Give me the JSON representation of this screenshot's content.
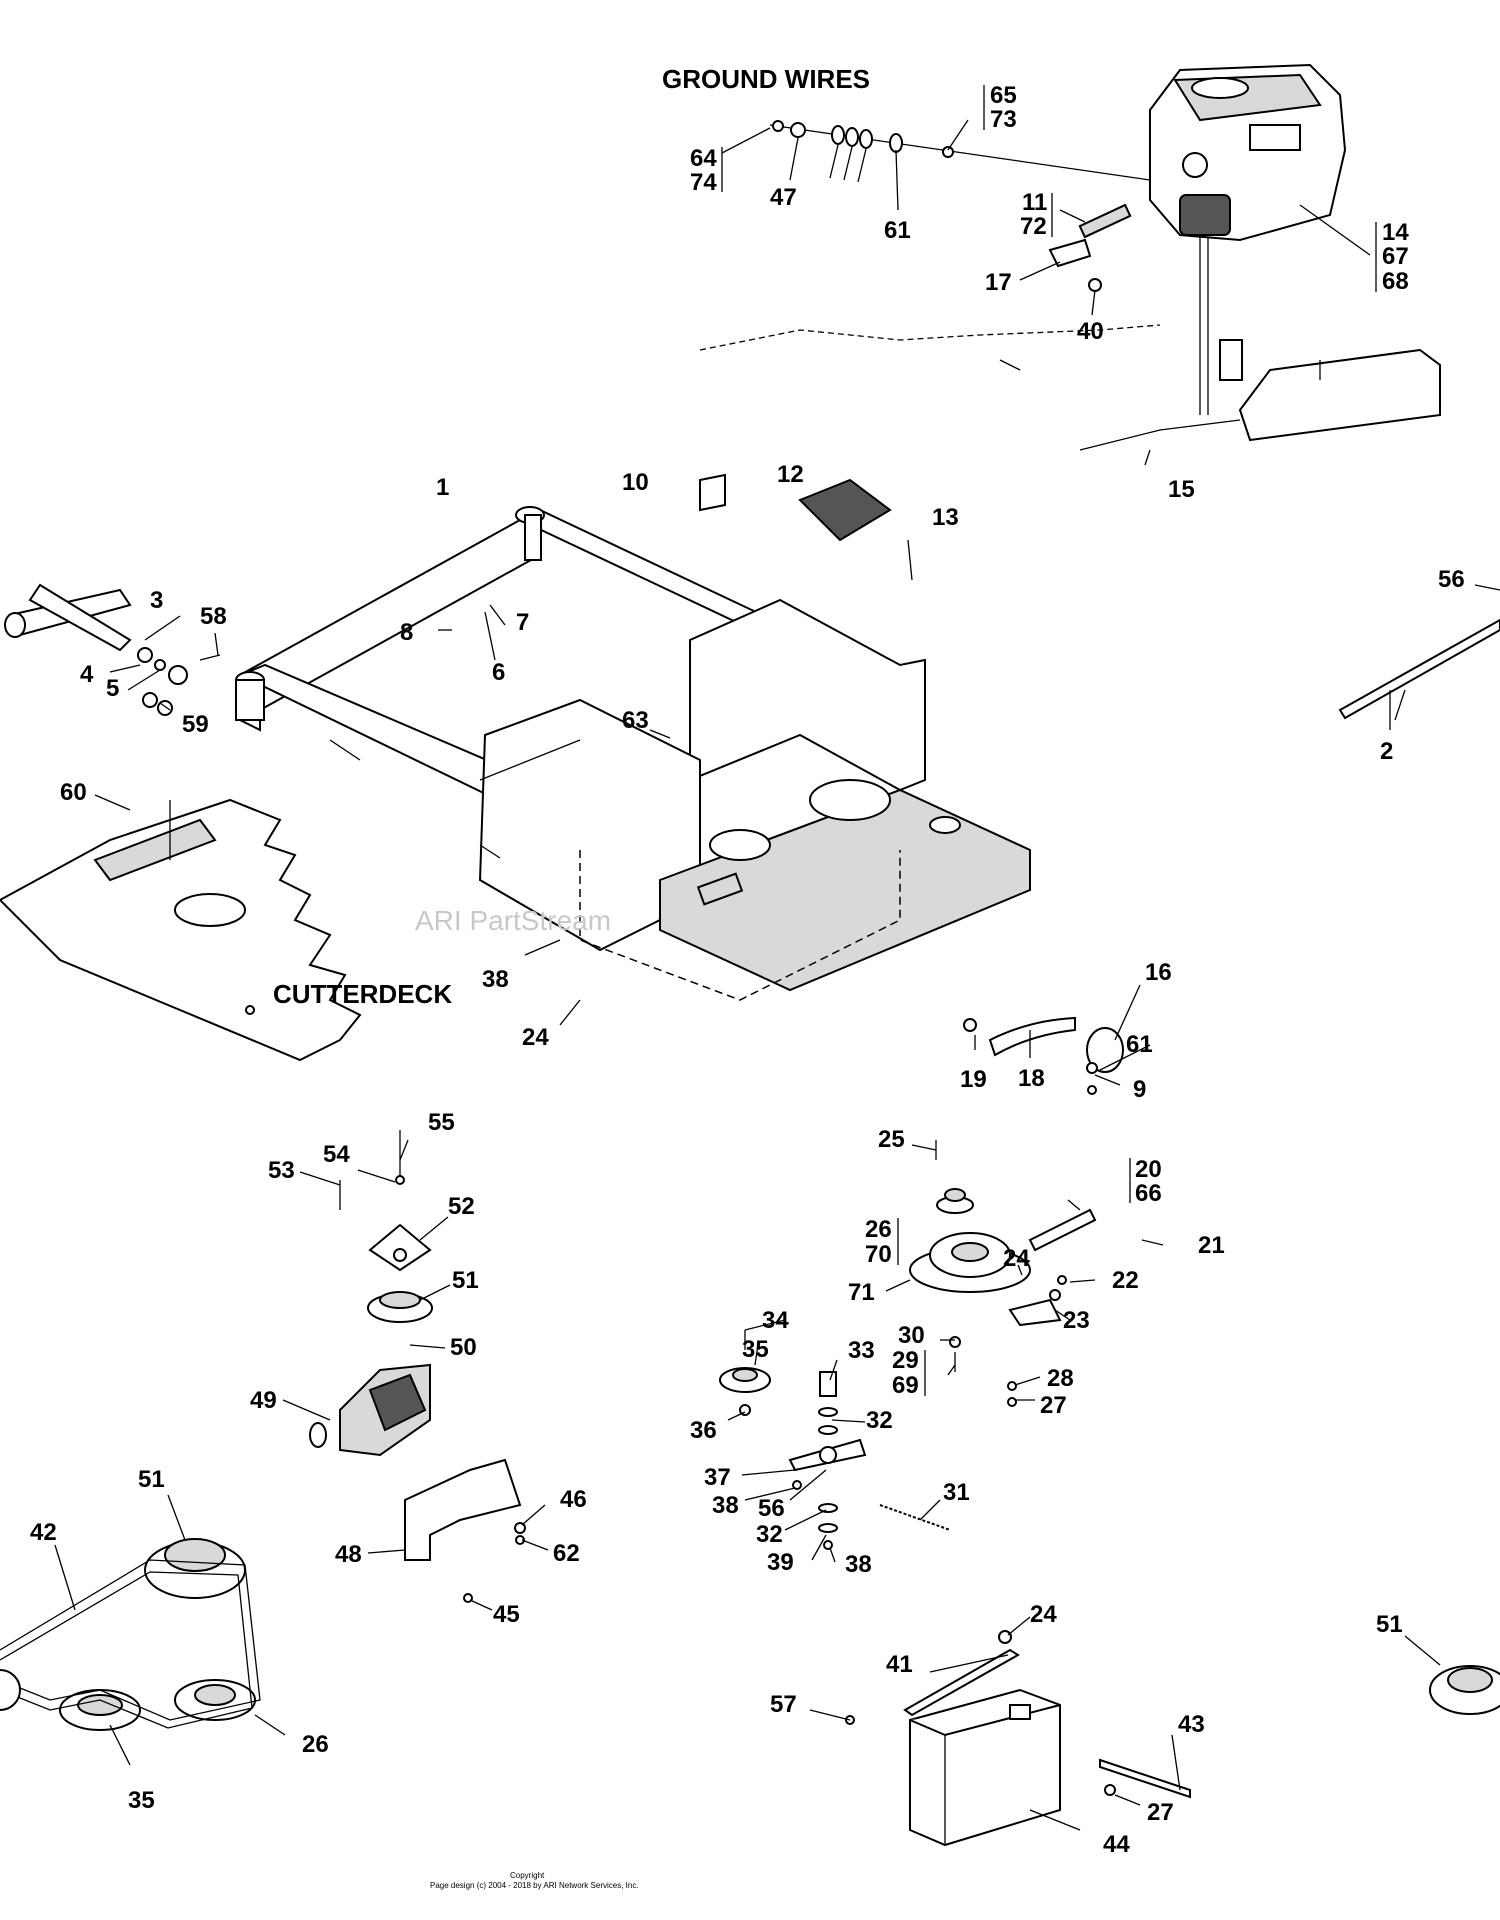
{
  "diagram": {
    "section_labels": {
      "ground_wires": "GROUND WIRES",
      "cutterdeck": "CUTTERDECK"
    },
    "watermark": "ARI PartStream",
    "copyright": [
      "Copyright",
      "Page design (c) 2004 - 2018 by ARI Network Services, Inc."
    ],
    "callouts": [
      "65",
      "73",
      "64",
      "74",
      "47",
      "61",
      "11",
      "72",
      "14",
      "67",
      "68",
      "17",
      "40",
      "1",
      "10",
      "12",
      "13",
      "15",
      "56",
      "3",
      "58",
      "8",
      "7",
      "4",
      "5",
      "6",
      "59",
      "2",
      "63",
      "60",
      "38",
      "24",
      "16",
      "61",
      "19",
      "18",
      "9",
      "55",
      "54",
      "53",
      "52",
      "51",
      "50",
      "49",
      "25",
      "20",
      "66",
      "26",
      "70",
      "21",
      "24",
      "22",
      "71",
      "23",
      "34",
      "35",
      "33",
      "30",
      "29",
      "69",
      "28",
      "27",
      "32",
      "36",
      "37",
      "38",
      "56",
      "31",
      "32",
      "39",
      "38",
      "46",
      "62",
      "48",
      "45",
      "51",
      "42",
      "26",
      "35",
      "24",
      "41",
      "57",
      "43",
      "27",
      "44",
      "51"
    ]
  }
}
